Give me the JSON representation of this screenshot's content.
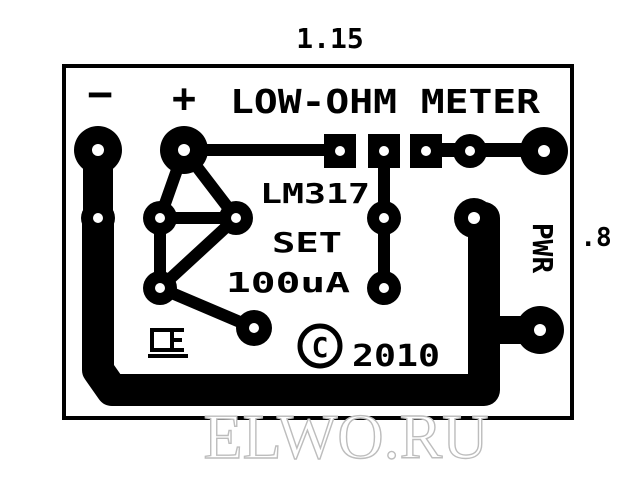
{
  "dimensions": {
    "width_label": "1.15",
    "height_label": ".8"
  },
  "board": {
    "title": "LOW-OHM METER",
    "minus_sign": "−",
    "plus_sign": "+",
    "regulator_label": "LM317",
    "set_label": "SET",
    "current_label": "100uA",
    "side_label": "PWR",
    "copyright_symbol": "©",
    "year": "2010"
  },
  "watermark": {
    "text": "ELWO.RU"
  },
  "colors": {
    "copper": "#000000",
    "background": "#ffffff",
    "watermark_outline": "#bdbdbd"
  }
}
